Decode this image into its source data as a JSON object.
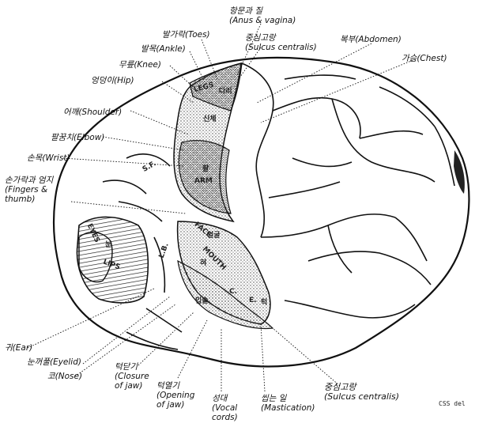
{
  "labels": {
    "anus": [
      "항문과 질",
      "(Anus & vagina)"
    ],
    "toes": "발가락(Toes)",
    "sulcus_top": [
      "중심고랑",
      "(Sulcus centralis)"
    ],
    "abdomen": "복부(Abdomen)",
    "ankle": "발목(Ankle)",
    "chest": "가슴(Chest)",
    "knee": "무릎(Knee)",
    "hip": "엉덩이(Hip)",
    "shoulder": "어깨(Shoulder)",
    "elbow": "팔꿈치(Elbow)",
    "wrist": "손목(Wrist)",
    "fingers": [
      "손가락과 엄지",
      "(Fingers &",
      "thumb)"
    ],
    "ear": "귀(Ear)",
    "eyelid": "눈꺼풀(Eyelid)",
    "nose": "코(Nose)",
    "closure": [
      "턱닫기",
      "(Closure",
      "of jaw)"
    ],
    "opening": [
      "턱열기",
      "(Opening",
      "of jaw)"
    ],
    "vocal": [
      "성대",
      "(Vocal",
      "cords)"
    ],
    "mastication": [
      "씹는 일",
      "(Mastication)"
    ],
    "sulcus_bottom": [
      "중심고랑",
      "(Sulcus centralis)"
    ],
    "credit": "CSS del"
  },
  "region_tags": {
    "legs": "LEGS",
    "body": "신체",
    "arm": "ARM",
    "arm_kr": "팔",
    "face": "FACE",
    "eyes": "EYES",
    "lips": "LIPS",
    "mouth": "MOUTH",
    "tongue": "혀",
    "lip_kr": "입술",
    "leg_kr": "다리",
    "eye_kr": "눈",
    "sf": "S.F.",
    "lb": "L.B.",
    "c": "C.",
    "e": "E.",
    "jaw_kr": "턱",
    "cheek_kr": "얼굴"
  },
  "colors": {
    "ink": "#111111",
    "stipple": "#555555",
    "paper": "#ffffff"
  }
}
